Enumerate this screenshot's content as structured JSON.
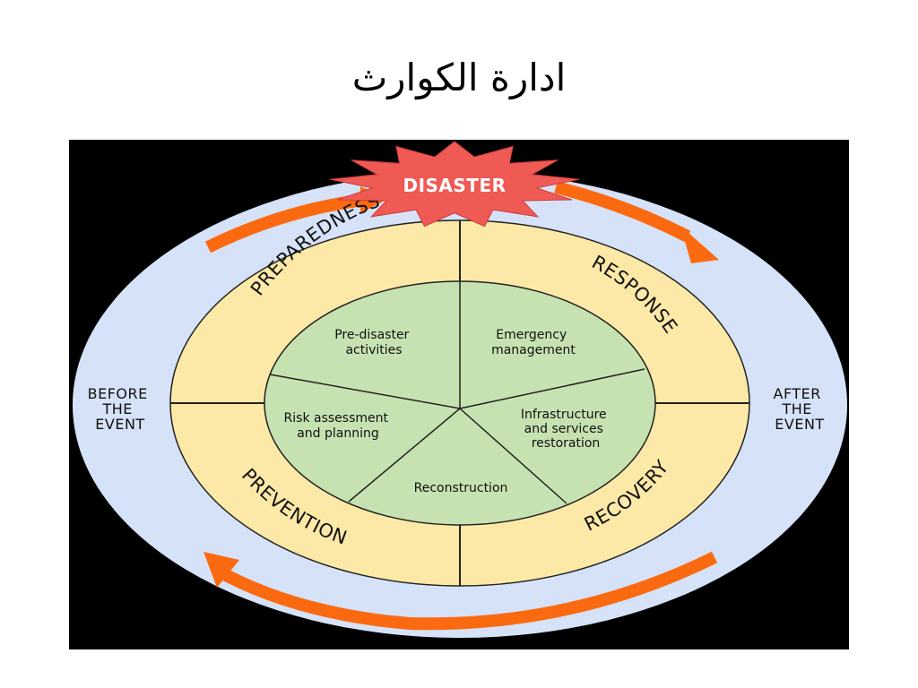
{
  "slide": {
    "title": "ادارة الكوارث"
  },
  "diagram": {
    "disaster": "DISASTER",
    "phases": {
      "preparedness": "PREPAREDNESS",
      "response": "RESPONSE",
      "recovery": "RECOVERY",
      "prevention": "PREVENTION"
    },
    "activities": {
      "pre_disaster": [
        "Pre-disaster",
        "activities"
      ],
      "emergency": [
        "Emergency",
        "management"
      ],
      "infrastructure": [
        "Infrastructure",
        "and services",
        "restoration"
      ],
      "reconstruction": [
        "Reconstruction"
      ],
      "risk": [
        "Risk assessment",
        "and planning"
      ]
    },
    "events": {
      "before": [
        "BEFORE",
        "THE",
        "EVENT"
      ],
      "after": [
        "AFTER",
        "THE",
        "EVENT"
      ]
    },
    "colors": {
      "outer_ring": "#d5e2f7",
      "phase_ring": "#fde9a7",
      "activity_disc": "#c6e2b1",
      "disaster_star": "#f05a55",
      "arrows": "#fb6a10",
      "frame": "#000000",
      "lines": "#222222"
    },
    "icons": {
      "cycle_arrows": "curved-arrow-icon",
      "disaster": "starburst-icon"
    }
  }
}
